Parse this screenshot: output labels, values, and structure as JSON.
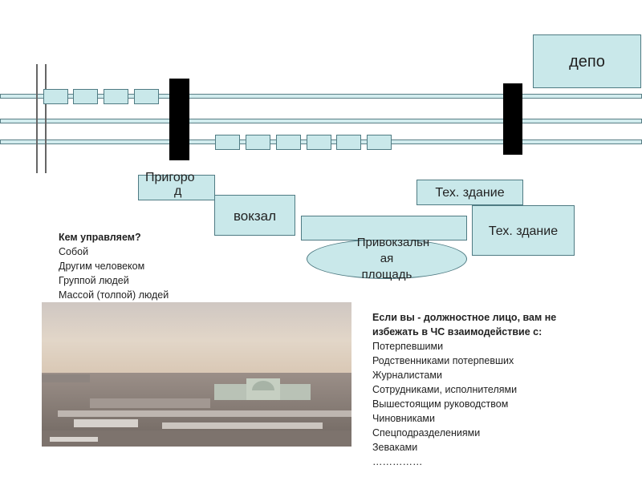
{
  "labels": {
    "depot": "депо",
    "suburban_line1": "Пригоро",
    "suburban_line2": "д",
    "station": "вокзал",
    "tech_building_1": "Тех. здание",
    "tech_building_2": "Тех. здание",
    "square_line1": "Привокзальн",
    "square_line2": "ая",
    "square_line3": "площадь"
  },
  "who_we_manage": {
    "heading": "Кем управляем?",
    "items": [
      "Собой",
      "Другим человеком",
      "Группой людей",
      "Массой (толпой) людей"
    ]
  },
  "official_interaction": {
    "heading_line1": "Если вы - должностное лицо, вам не",
    "heading_line2": "избежать в ЧС взаимодействие с:",
    "items": [
      "Потерпевшими",
      "Родственниками потерпевших",
      "Журналистами",
      "Сотрудниками, исполнителями",
      "Вышестоящим руководством",
      "Чиновниками",
      "Спецподразделениями",
      "Зеваками",
      "……………"
    ]
  },
  "photo": {
    "caption": "panoramic photo of station area",
    "sky_color": "#d9cfc4",
    "ground_color": "#8a7f78"
  },
  "colors": {
    "box_fill": "#c9e8ea",
    "box_border": "#4f7b83",
    "barrier": "#000000"
  }
}
